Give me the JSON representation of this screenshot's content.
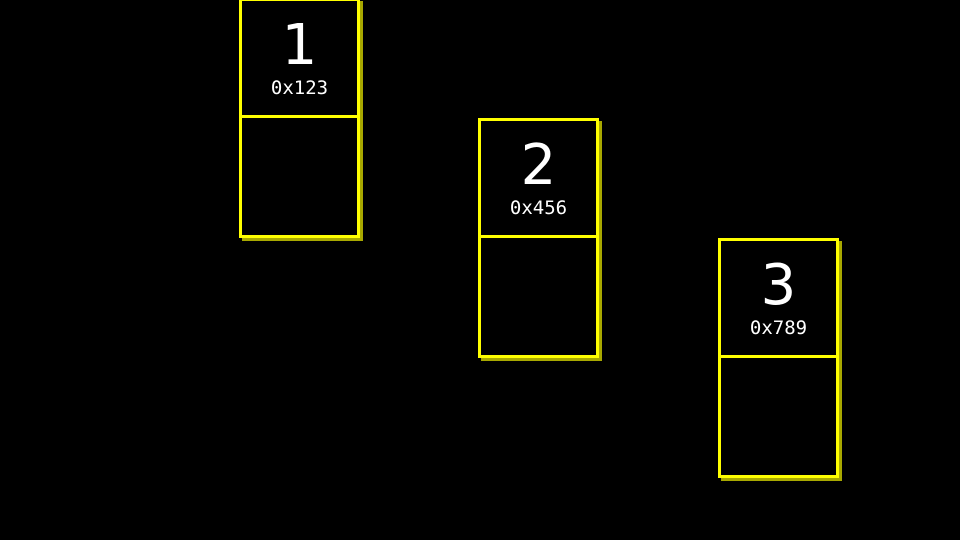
{
  "diagram": {
    "type": "linked-list-nodes",
    "background_color": "#000000",
    "node_border_color": "#FFFF00",
    "node_shadow_color": "#A8A800",
    "text_color": "#FFFFFF",
    "nodes": [
      {
        "value": "1",
        "address": "0x123",
        "pointer_cell": ""
      },
      {
        "value": "2",
        "address": "0x456",
        "pointer_cell": ""
      },
      {
        "value": "3",
        "address": "0x789",
        "pointer_cell": ""
      }
    ]
  }
}
